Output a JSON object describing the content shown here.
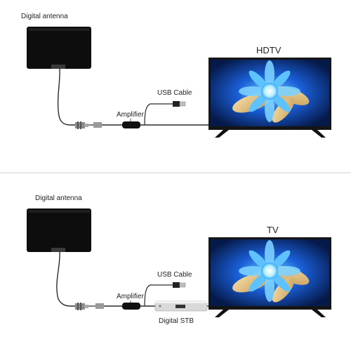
{
  "colors": {
    "cable": "#2b2b2b",
    "antenna": "#0d0d0d",
    "tv_frame": "#151515",
    "screen_blue": "#1a5fd8",
    "petal_yellow": "#e9c98a",
    "divider": "#cfcfcf"
  },
  "top_diagram": {
    "antenna_label": "Digital antenna",
    "tv_label": "HDTV",
    "usb_label": "USB Cable",
    "amplifier_label": "Amplifier"
  },
  "bottom_diagram": {
    "antenna_label": "Digital antenna",
    "tv_label": "TV",
    "usb_label": "USB Cable",
    "amplifier_label": "Amplifier",
    "stb_label": "Digital STB"
  },
  "icons": [
    "flat-antenna-icon",
    "tv-icon",
    "usb-plug-icon",
    "amplifier-icon",
    "coax-connector-icon",
    "set-top-box-icon"
  ]
}
